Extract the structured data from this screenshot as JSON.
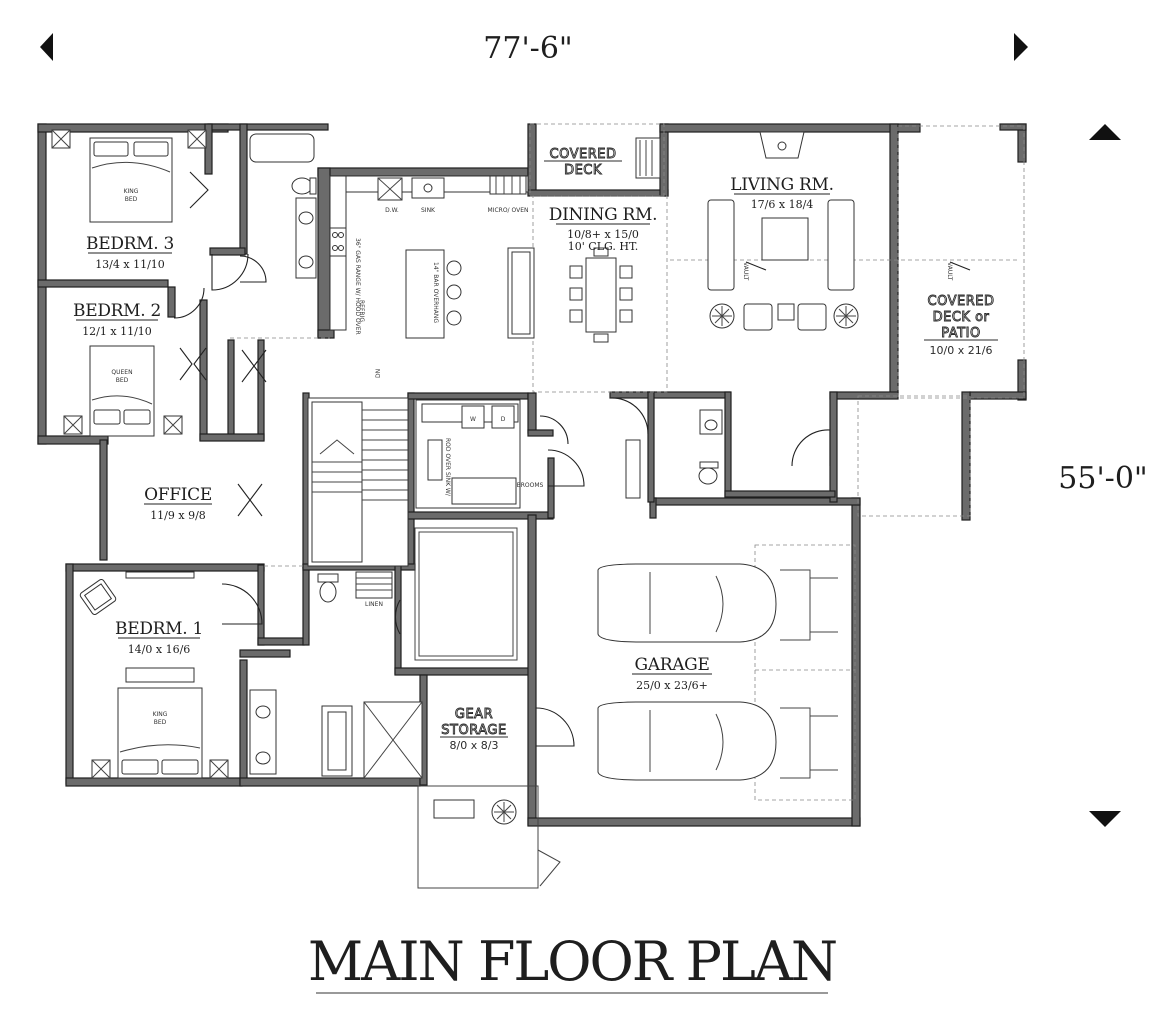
{
  "title": "MAIN FLOOR PLAN",
  "dimensions": {
    "width": "77'-6\"",
    "depth": "55'-0\""
  },
  "rooms": {
    "bedroom3": {
      "name": "BEDRM. 3",
      "size": "13/4 x 11/10"
    },
    "bedroom2": {
      "name": "BEDRM. 2",
      "size": "12/1 x 11/10"
    },
    "office": {
      "name": "OFFICE",
      "size": "11/9 x 9/8"
    },
    "bedroom1": {
      "name": "BEDRM. 1",
      "size": "14/0 x 16/6"
    },
    "dining": {
      "name": "DINING RM.",
      "size": "10/8+ x 15/0",
      "note": "10' CLG. HT."
    },
    "living": {
      "name": "LIVING RM.",
      "size": "17/6 x 18/4"
    },
    "covered_deck_top": {
      "name_line1": "COVERED",
      "name_line2": "DECK"
    },
    "covered_deck_side": {
      "line1": "COVERED",
      "line2": "DECK or",
      "line3": "PATIO",
      "size": "10/0 x 21/6"
    },
    "garage": {
      "name": "GARAGE",
      "size": "25/0 x 23/6+"
    },
    "gear_storage": {
      "line1": "GEAR",
      "line2": "STORAGE",
      "size": "8/0 x 8/3"
    }
  },
  "labels": {
    "king_bed": "KING BED",
    "queen_bed": "QUEEN BED",
    "dw": "D.W.",
    "sink": "SINK",
    "micro_oven": "MICRO/ OVEN",
    "range": "36\" GAS RANGE W/ HOOD OVER",
    "bar": "14\" BAR OVERHANG",
    "refrig": "REFRIG.",
    "dn": "DN",
    "linen": "LINEN",
    "brooms": "BROOMS",
    "sink_over": "ROD OVER SINK W/",
    "vault": "VAULT",
    "washer": "W",
    "dryer": "D"
  }
}
